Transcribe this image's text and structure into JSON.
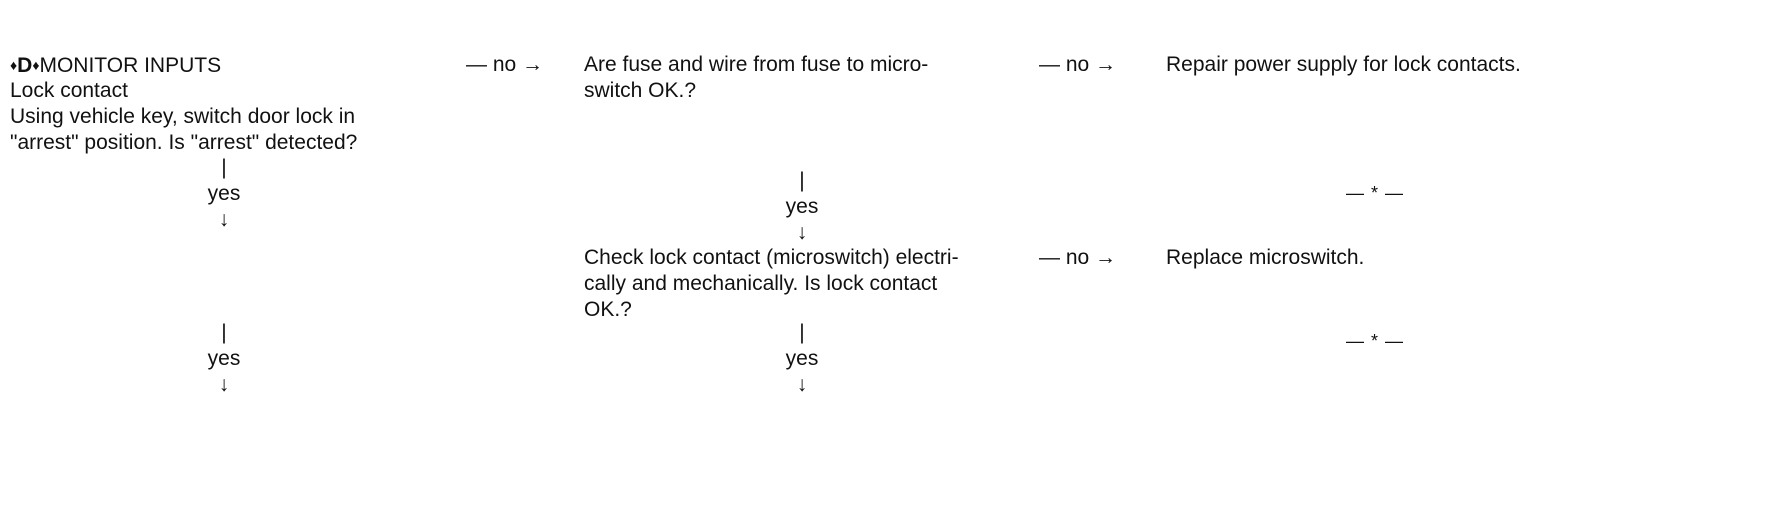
{
  "header": {
    "diamond_left": "♦",
    "letter": "D",
    "diamond_right": "♦",
    "title": "MONITOR INPUTS"
  },
  "step1": {
    "subtitle": "Lock contact",
    "question": "Using vehicle key, switch door lock in\n\"arrest\" position. Is \"arrest\" detected?"
  },
  "step2": {
    "question": "Are fuse and wire from fuse to micro-\nswitch OK.?"
  },
  "step3": {
    "question": "Check lock contact (microswitch) electri-\ncally and mechanically. Is lock contact\nOK.?"
  },
  "actions": {
    "repair": "Repair power supply for lock contacts.",
    "replace": "Replace microswitch."
  },
  "flow": {
    "no_label": "— no →",
    "yes_label": "yes",
    "vertical_bar": "|",
    "down_arrow": "↓",
    "end_marker": "— * —"
  }
}
